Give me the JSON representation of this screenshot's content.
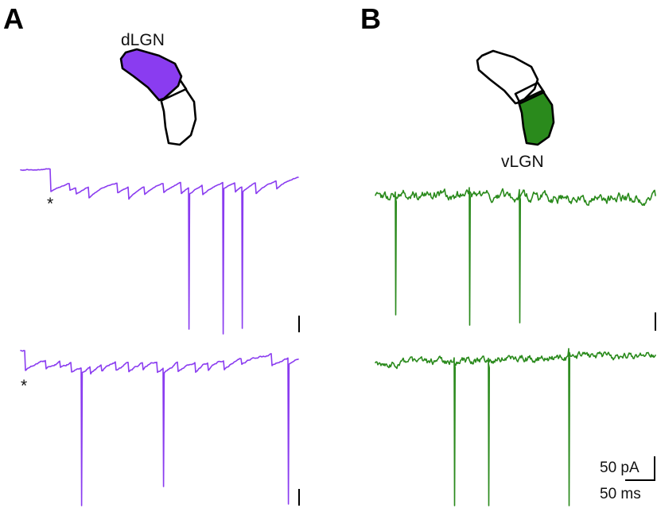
{
  "panels": {
    "a": {
      "letter": "A",
      "region_label": "dLGN",
      "marker": "*",
      "color": "#8a3cf0"
    },
    "b": {
      "letter": "B",
      "region_label": "vLGN",
      "color": "#2a8a1c"
    }
  },
  "scale_bar": {
    "amplitude_label": "50 pA",
    "time_label": "50 ms"
  },
  "icons": {
    "panel_a_schematic": "lgn-dorsal-highlight-icon",
    "panel_b_schematic": "lgn-ventral-highlight-icon"
  }
}
